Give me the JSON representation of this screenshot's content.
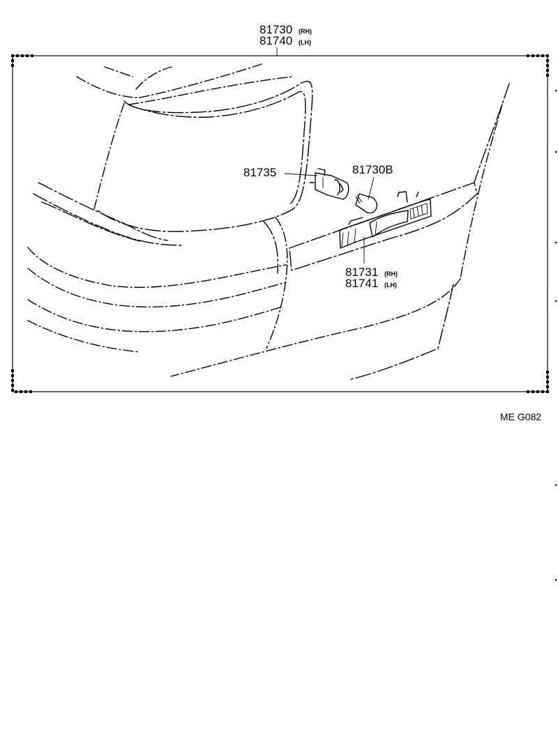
{
  "parts": {
    "assembly": {
      "rh_number": "81730",
      "rh_side": "(RH)",
      "lh_number": "81740",
      "lh_side": "(LH)"
    },
    "socket": {
      "number": "81735"
    },
    "bulb": {
      "number": "81730B"
    },
    "lens": {
      "rh_number": "81731",
      "rh_side": "(RH)",
      "lh_number": "81741",
      "lh_side": "(LH)"
    }
  },
  "figure_code": "ME G082"
}
